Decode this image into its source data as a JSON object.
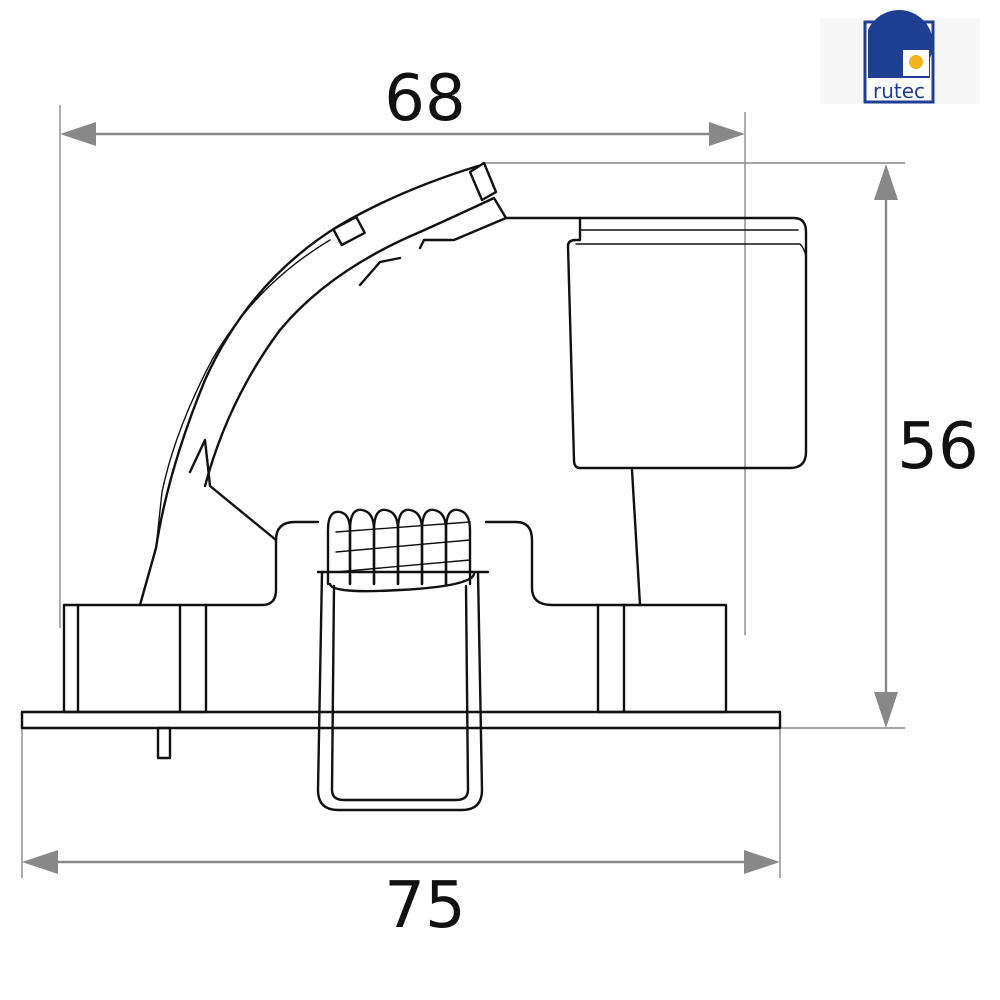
{
  "logo": {
    "brand_text": "rutec",
    "brand_color": "#1f3f93",
    "dot_color": "#f2b21b"
  },
  "dimensions": {
    "top_width": "68",
    "height": "56",
    "bottom_width": "75"
  },
  "colors": {
    "outline": "#111111",
    "dimension_line": "#888888"
  }
}
